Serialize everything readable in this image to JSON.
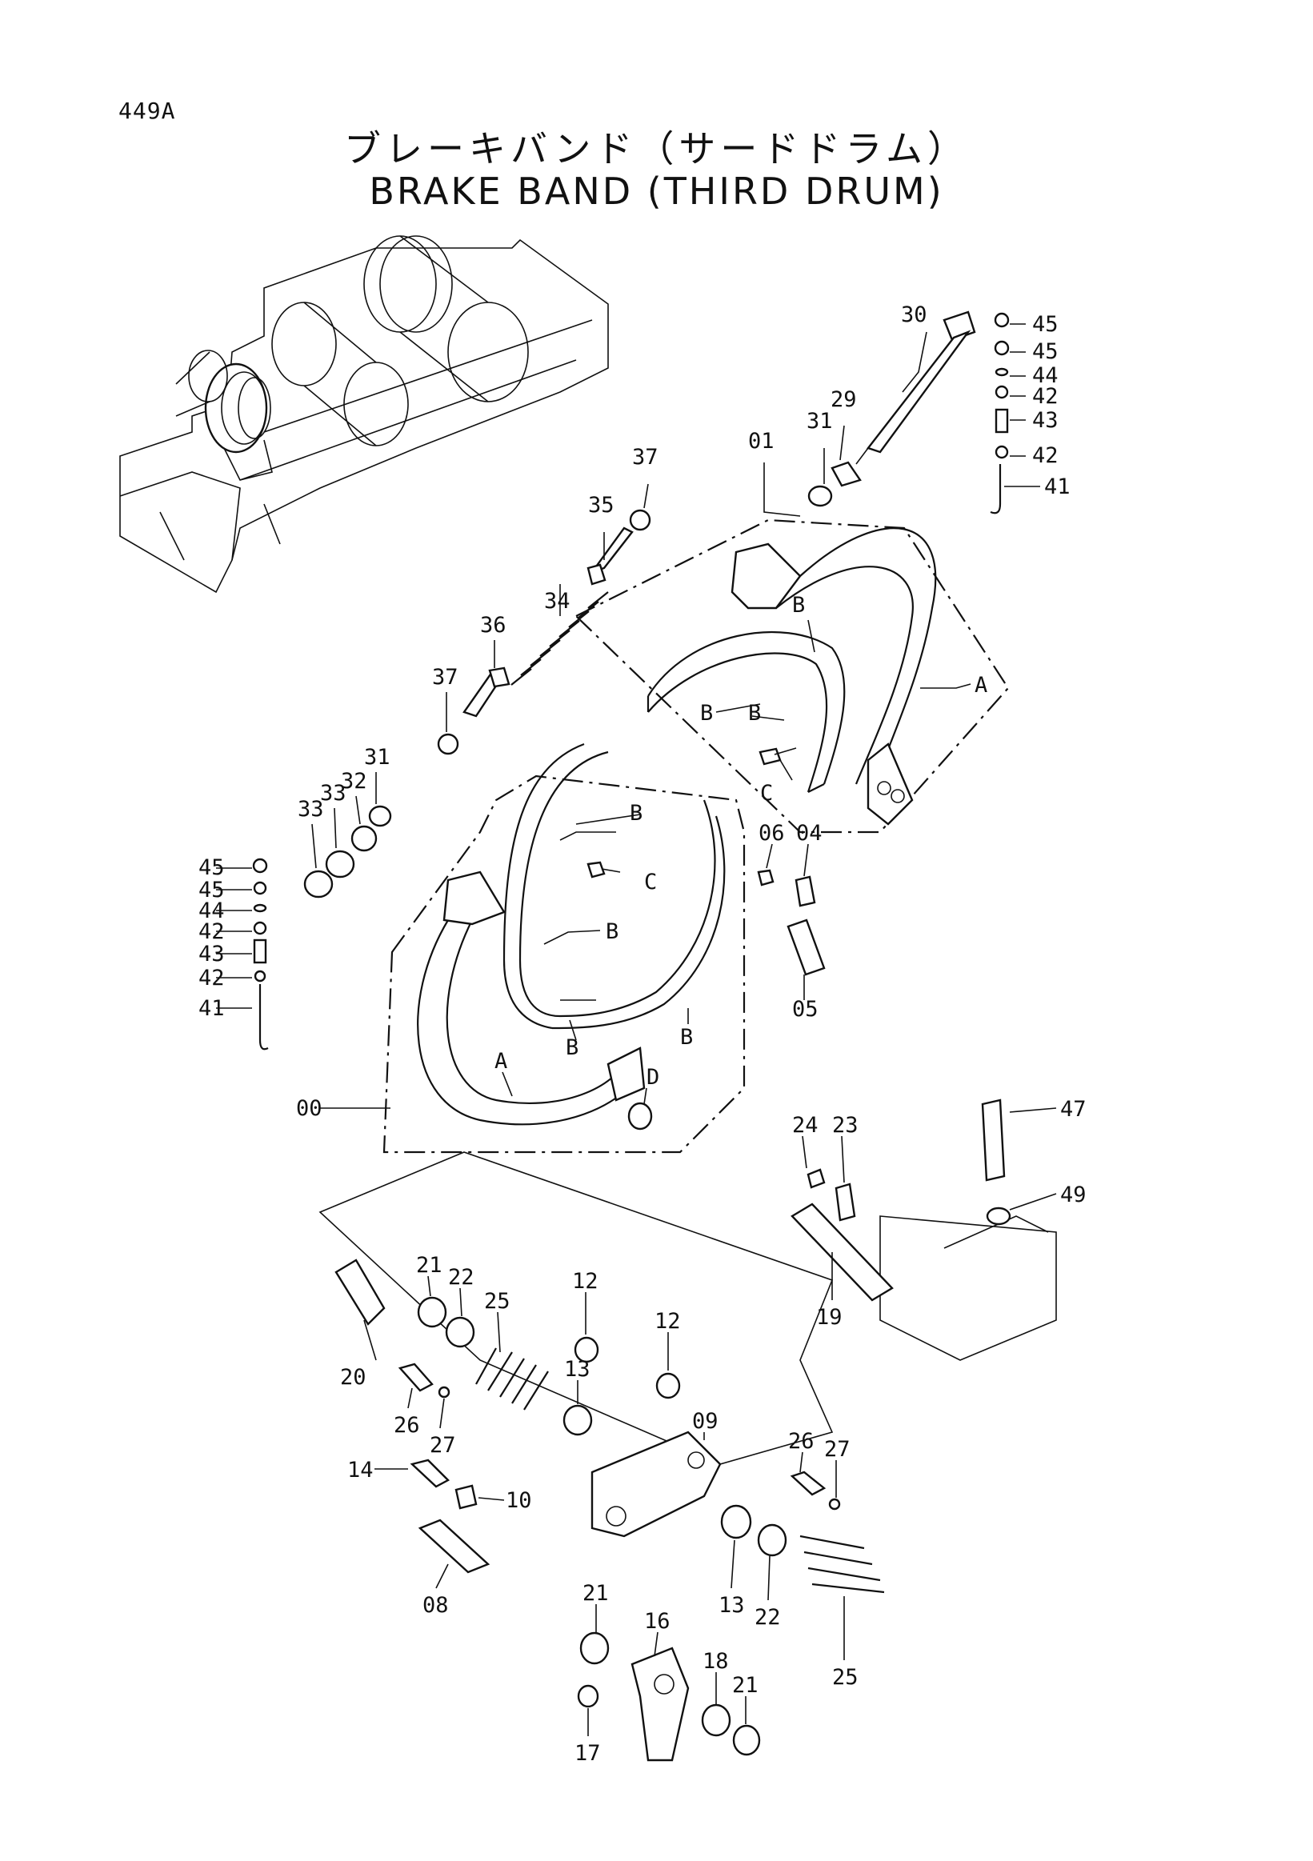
{
  "header": {
    "page_number": "449A",
    "title_jp": "ブレーキバンド（サードドラム）",
    "title_en": "BRAKE BAND (THIRD DRUM)"
  },
  "callouts": {
    "c30": "30",
    "c45a": "45",
    "c45b": "45",
    "c44a": "44",
    "c42a": "42",
    "c43a": "43",
    "c42b": "42",
    "c41a": "41",
    "c29": "29",
    "c31a": "31",
    "c01": "01",
    "c37a": "37",
    "c35": "35",
    "c34": "34",
    "c36": "36",
    "c37b": "37",
    "c31b": "31",
    "c32": "32",
    "c33a": "33",
    "c33b": "33",
    "cBa": "B",
    "cAa": "A",
    "cBb": "B",
    "cBc": "B",
    "cCa": "C",
    "c06": "06",
    "c04": "04",
    "c05": "05",
    "c45c": "45",
    "c45d": "45",
    "c44b": "44",
    "c42c": "42",
    "c43b": "43",
    "c42d": "42",
    "c41b": "41",
    "cBd": "B",
    "cCb": "C",
    "cBe": "B",
    "cBf": "B",
    "cBg": "B",
    "cAb": "A",
    "cD": "D",
    "c00": "00",
    "c24": "24",
    "c23": "23",
    "c47": "47",
    "c49": "49",
    "c19": "19",
    "c21a": "21",
    "c22a": "22",
    "c25a": "25",
    "c12a": "12",
    "c12b": "12",
    "c13a": "13",
    "c20": "20",
    "c26a": "26",
    "c27a": "27",
    "c14": "14",
    "c10": "10",
    "c09": "09",
    "c26b": "26",
    "c27b": "27",
    "c08": "08",
    "c13b": "13",
    "c22b": "22",
    "c25b": "25",
    "c21b": "21",
    "c16": "16",
    "c18": "18",
    "c21c": "21",
    "c17": "17"
  }
}
